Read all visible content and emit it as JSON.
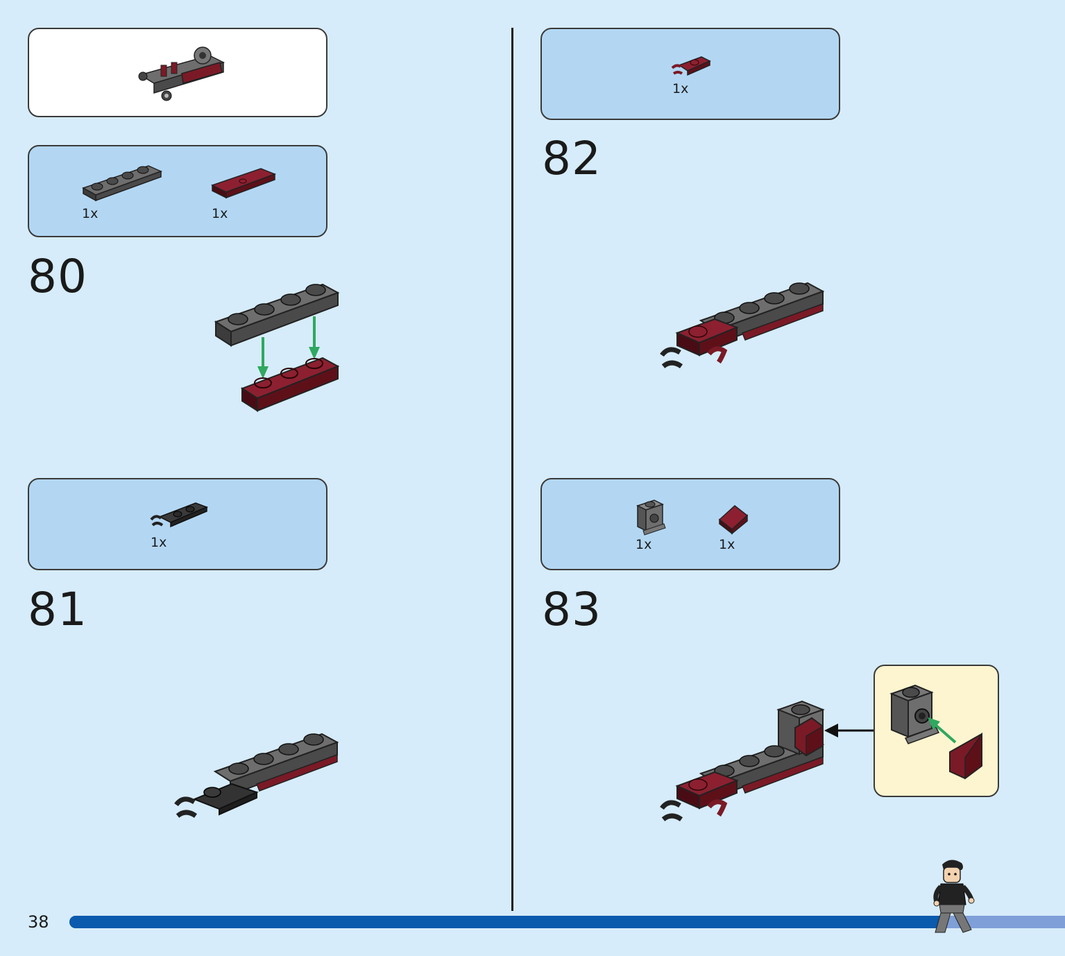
{
  "page": {
    "number": "38",
    "progress_fraction": 0.88
  },
  "colors": {
    "background": "#d6ecfa",
    "parts_box": "#b3d7f3",
    "callout_box": "#fdf5cf",
    "brick_dark_gray": "#5a5a5a",
    "brick_dark_red": "#7a1a26",
    "arrow_green": "#2fa860",
    "progress_bar": "#0a5aad"
  },
  "submodel_preview": {
    "icon": "vehicle-chassis-icon"
  },
  "steps": [
    {
      "number": "80",
      "parts": [
        {
          "qty": "1x",
          "icon": "gray-plate-1x4-icon"
        },
        {
          "qty": "1x",
          "icon": "dark-red-tile-plate-icon"
        }
      ]
    },
    {
      "number": "81",
      "parts": [
        {
          "qty": "1x",
          "icon": "black-clip-plate-icon"
        }
      ]
    },
    {
      "number": "82",
      "parts": [
        {
          "qty": "1x",
          "icon": "dark-red-clip-plate-icon"
        }
      ]
    },
    {
      "number": "83",
      "parts": [
        {
          "qty": "1x",
          "icon": "gray-bracket-brick-icon"
        },
        {
          "qty": "1x",
          "icon": "dark-red-slope-icon"
        }
      ]
    }
  ]
}
